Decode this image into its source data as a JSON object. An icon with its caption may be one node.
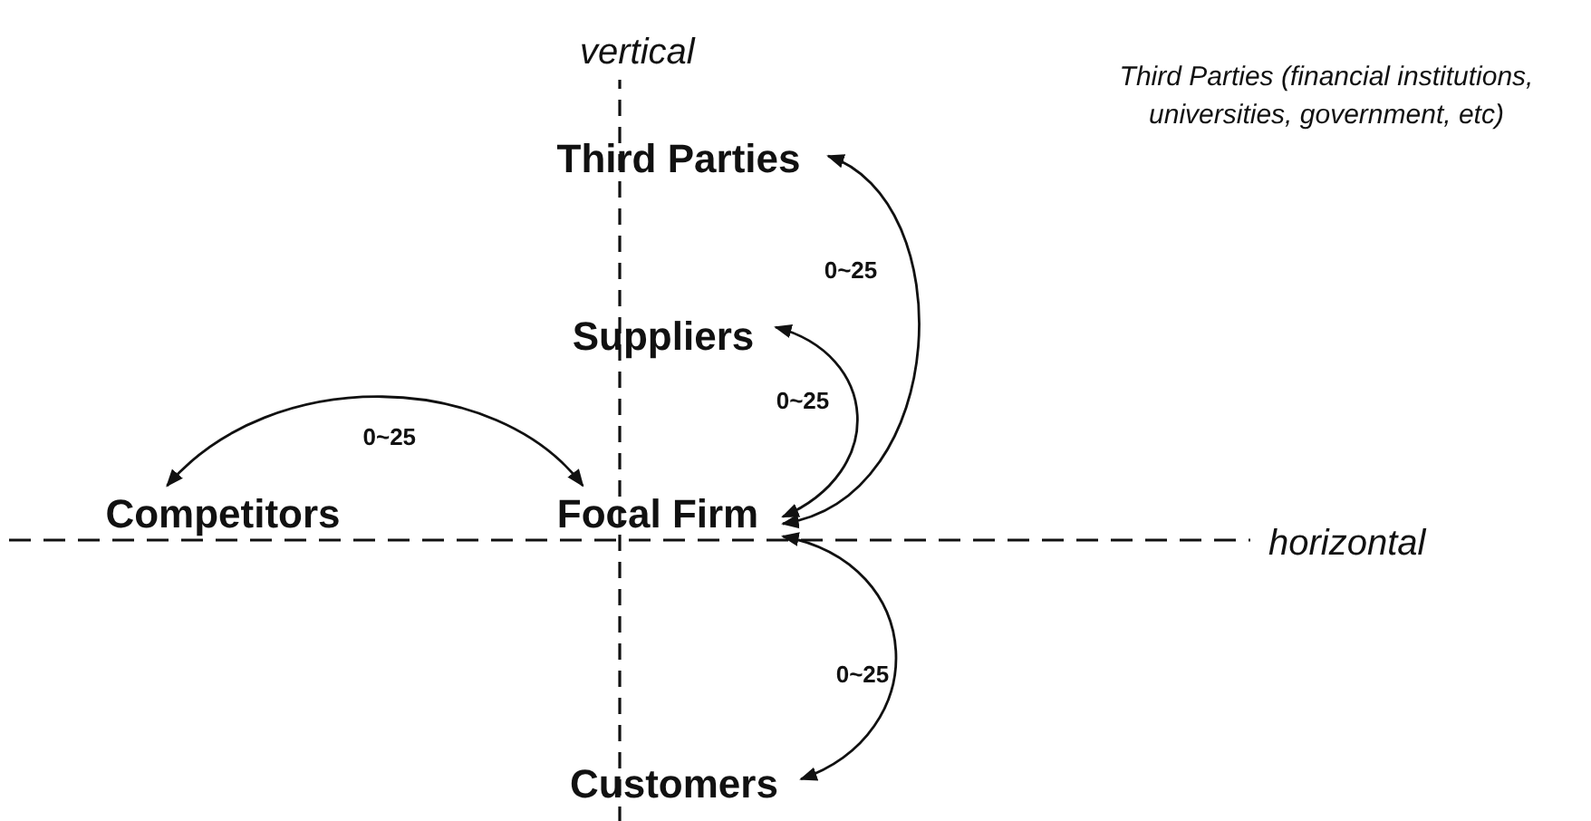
{
  "diagram": {
    "nodes": [
      {
        "text": [
          "Third Parties"
        ]
      },
      {
        "text": [
          "Suppliers"
        ]
      },
      {
        "text": [
          "Competitors"
        ]
      },
      {
        "text": [
          "Focal Firm"
        ]
      },
      {
        "text": [
          "Customers"
        ]
      }
    ],
    "edges": [
      {
        "from": 2,
        "to": 3,
        "arrow": "both",
        "label": "0~25"
      },
      {
        "from": 1,
        "to": 3,
        "arrow": "both",
        "label": "0~25"
      },
      {
        "from": 0,
        "to": 3,
        "arrow": "both",
        "label": "0~25"
      },
      {
        "from": 3,
        "to": 4,
        "arrow": "both",
        "label": "0~25"
      }
    ],
    "labels": [
      "vertical",
      "Third Parties (financial institutions, universities, government, etc)",
      "horizontal"
    ]
  }
}
